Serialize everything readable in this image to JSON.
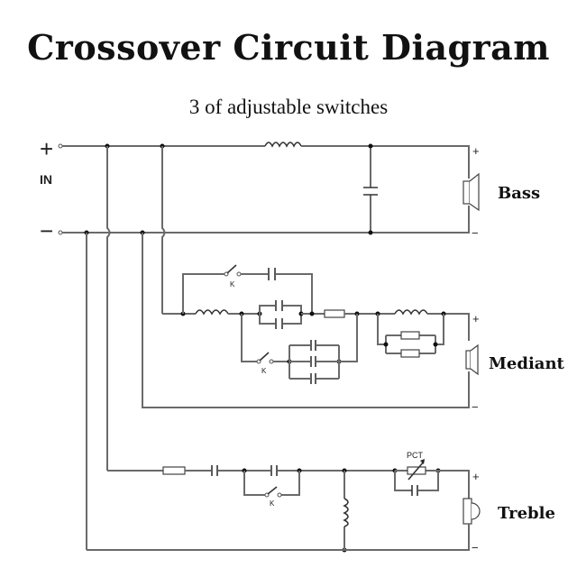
{
  "title": "Crossover Circuit Diagram",
  "subtitle": "3 of adjustable switches",
  "input": {
    "label": "IN",
    "positive": "+",
    "negative": "−"
  },
  "outputs": [
    {
      "name": "Bass",
      "positive": "+",
      "negative": "−"
    },
    {
      "name": "Mediant",
      "positive": "+",
      "negative": "−"
    },
    {
      "name": "Treble",
      "positive": "+",
      "negative": "−"
    }
  ],
  "switch_label": "K",
  "thermistor_label": "PCT"
}
